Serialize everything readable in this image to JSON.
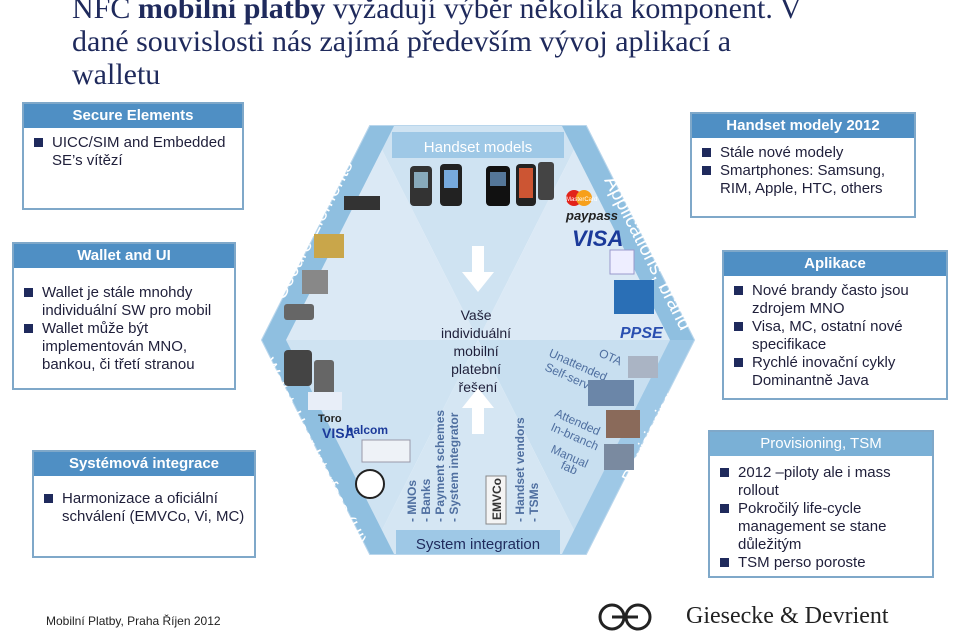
{
  "title": {
    "line1_pre": "NFC ",
    "line1_bold": "mobilní platby",
    "line1_post": " vyžadují výběr několika komponent. V",
    "line2": "dané souvislosti nás zajímá především vývoj aplikací a",
    "line3": "walletu"
  },
  "secure_elements": {
    "header": "Secure Elements",
    "items": [
      "UICC/SIM and Embedded SE’s vítězí"
    ]
  },
  "wallet_ui": {
    "header": "Wallet and UI",
    "items": [
      "Wallet je stále mnohdy individuální SW pro mobil",
      "Wallet může být implementován MNO, bankou, či třetí stranou"
    ]
  },
  "system_integration": {
    "header": "Systémová integrace",
    "items": [
      "Harmonizace a  oficiální schválení (EMVCo, Vi, MC)"
    ]
  },
  "handset_models": {
    "header": "Handset modely 2012",
    "items": [
      "Stále nové modely",
      "Smartphones: Samsung, RIM, Apple, HTC, others"
    ]
  },
  "aplikace": {
    "header": "Aplikace",
    "items": [
      "Nové brandy často jsou zdrojem MNO",
      "Visa, MC, ostatní nové specifikace",
      "Rychlé inovační cykly Dominantně Java"
    ]
  },
  "provisioning": {
    "header": "Provisioning, TSM",
    "items": [
      "2012 –piloty ale i mass rollout",
      "Pokročilý life-cycle management se stane důležitým",
      "TSM perso poroste"
    ]
  },
  "hexagon": {
    "center": [
      "Vaše",
      "individuální",
      "mobilní",
      "platební",
      "řešení"
    ],
    "top_label": "Handset models",
    "bottom_label": "System integration",
    "secure_elements": "Secure Elements",
    "wallet": "Wallet, User Interface (UI)",
    "applications": "Applications, brand",
    "provisioning": "Provisioning",
    "roles_left": [
      "- MNOs",
      "- Banks",
      "- Payment schemes",
      "- System integrator"
    ],
    "roles_right": [
      "- Handset vendors",
      "- TSMs"
    ],
    "prov_modes": [
      "Unattended",
      "Self-service",
      "OTA",
      "Attended",
      "In-branch",
      "Manual",
      "fab"
    ],
    "brands": [
      "MasterCard",
      "paypass",
      "VISA",
      "PPSE",
      "Toro",
      "VISA",
      "halcom",
      "EMVCo"
    ]
  },
  "footer": "Mobilní Platby, Praha Říjen 2012",
  "brand": "Giesecke & Devrient",
  "colors": {
    "accent": "#4f8fc4",
    "hex_light": "#b9d6ec",
    "hex_mid": "#8fbfe0",
    "title": "#1f2a5c"
  }
}
